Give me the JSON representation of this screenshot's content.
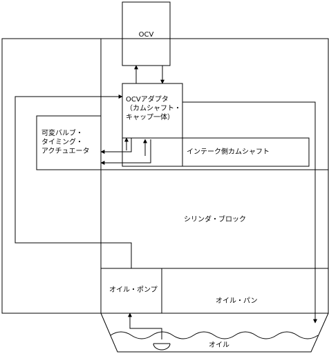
{
  "labels": {
    "ocv": "OCV",
    "adapter_line1": "OCVアダプタ",
    "adapter_line2": "（カムシャフト・",
    "adapter_line3": "キャップ一体）",
    "actuator_line1": "可変バルブ・",
    "actuator_line2": "タイミング・",
    "actuator_line3": "アクチュエータ",
    "intake_camshaft": "インテーク側カムシャフト",
    "cylinder_block": "シリンダ・ブロック",
    "oil_pump": "オイル・ポンプ",
    "oil_pan": "オイル・パン",
    "oil": "オイル"
  }
}
